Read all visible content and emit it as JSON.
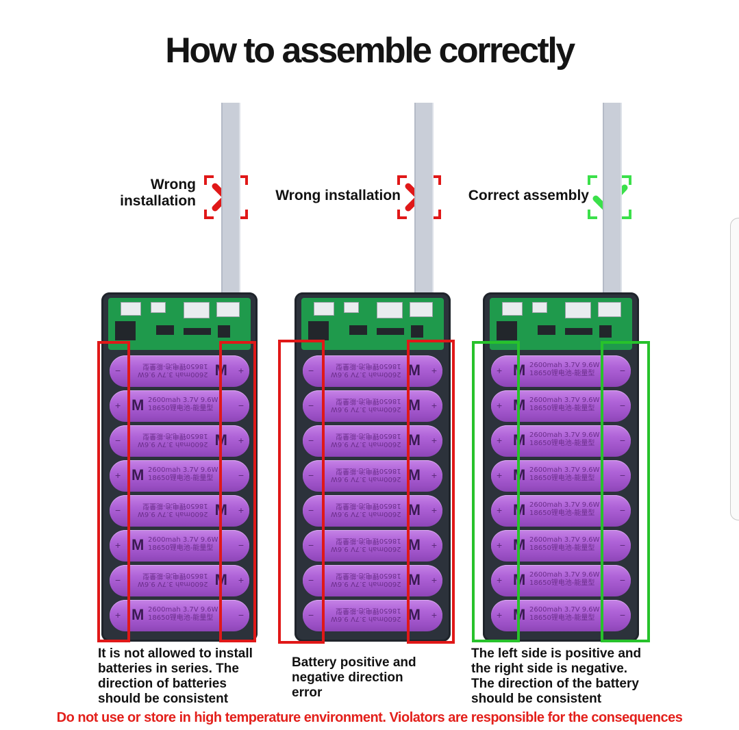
{
  "title": "How to assemble correctly",
  "panels": [
    {
      "status": "Wrong installation",
      "status_lines": [
        "Wrong",
        "installation"
      ],
      "verdict": "wrong",
      "description_lines": [
        "It is not allowed to install",
        "batteries in series. The",
        "direction of batteries",
        "should be consistent"
      ]
    },
    {
      "status": "Wrong installation",
      "verdict": "wrong",
      "description_lines": [
        "Battery positive and",
        "negative direction",
        "error"
      ]
    },
    {
      "status": "Correct assembly",
      "verdict": "correct",
      "description_lines": [
        "The left side is positive and",
        "the right side is negative.",
        "The direction of the battery",
        "should be consistent"
      ]
    }
  ],
  "battery_label": {
    "line1": "2600mah  3.7V  9.6W",
    "line2": "18650锂电池-能量型",
    "brand": "M",
    "plus": "+",
    "minus": "−"
  },
  "warning": "Do not use or store in high temperature environment. Violators are responsible for the consequences",
  "colors": {
    "wrong": "#e01818",
    "correct": "#27c22b",
    "battery": "#b064d8",
    "warning_text": "#e3201b"
  },
  "icons": {
    "wrong": "cross-icon",
    "correct": "check-icon"
  }
}
